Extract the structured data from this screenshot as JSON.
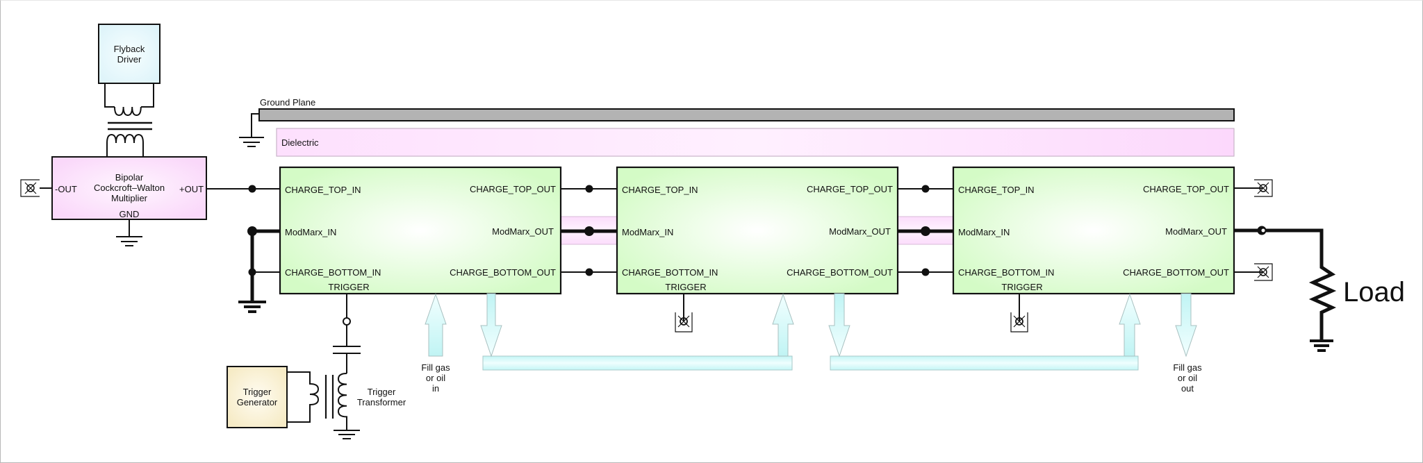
{
  "diagram": {
    "flyback_driver": {
      "lines": [
        "Flyback",
        "Driver"
      ],
      "color": "#e8f8fc"
    },
    "multiplier": {
      "lines": [
        "Bipolar",
        "Cockcroft–Walton",
        "Multiplier"
      ],
      "neg_out": "-OUT",
      "pos_out": "+OUT",
      "gnd": "GND",
      "color": "#fbe4fb"
    },
    "ground_plane": {
      "label": "Ground Plane",
      "color": "#b3b3b3"
    },
    "dielectric": {
      "label": "Dielectric",
      "color": "#fde0fd"
    },
    "stages": [
      {
        "top_in": "CHARGE_TOP_IN",
        "top_out": "CHARGE_TOP_OUT",
        "mod_in": "ModMarx_IN",
        "mod_out": "ModMarx_OUT",
        "bottom_in": "CHARGE_BOTTOM_IN",
        "bottom_out": "CHARGE_BOTTOM_OUT",
        "trigger": "TRIGGER"
      },
      {
        "top_in": "CHARGE_TOP_IN",
        "top_out": "CHARGE_TOP_OUT",
        "mod_in": "ModMarx_IN",
        "mod_out": "ModMarx_OUT",
        "bottom_in": "CHARGE_BOTTOM_IN",
        "bottom_out": "CHARGE_BOTTOM_OUT",
        "trigger": "TRIGGER"
      },
      {
        "top_in": "CHARGE_TOP_IN",
        "top_out": "CHARGE_TOP_OUT",
        "mod_in": "ModMarx_IN",
        "mod_out": "ModMarx_OUT",
        "bottom_in": "CHARGE_BOTTOM_IN",
        "bottom_out": "CHARGE_BOTTOM_OUT",
        "trigger": "TRIGGER"
      }
    ],
    "stage_color": "#d8fccc",
    "trigger_generator": {
      "lines": [
        "Trigger",
        "Generator"
      ],
      "color": "#fcf4d8"
    },
    "trigger_transformer": {
      "lines": [
        "Trigger",
        "Transformer"
      ]
    },
    "fill_in": {
      "lines": [
        "Fill gas",
        "or oil",
        "in"
      ]
    },
    "fill_out": {
      "lines": [
        "Fill gas",
        "or oil",
        "out"
      ]
    },
    "pipe_color": "#c8f8f8",
    "load": {
      "label": "Load"
    }
  }
}
